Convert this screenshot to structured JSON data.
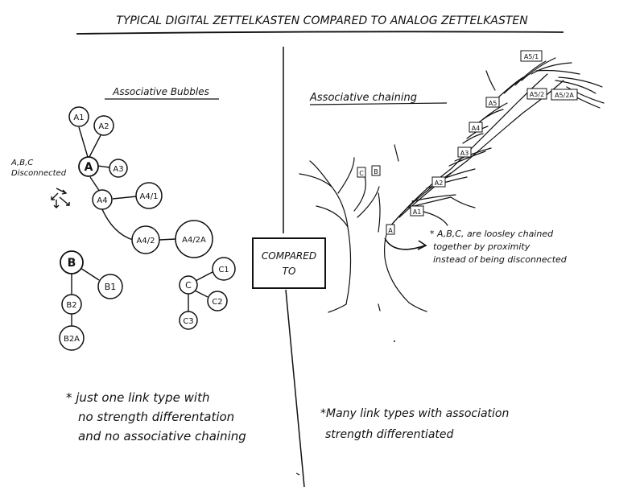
{
  "title": "TYPICAL DIGITAL ZETTELKASTEN COMPARED TO ANALOG ZETTELKASTEN",
  "left": {
    "heading": "Associative Bubbles",
    "nodes": {
      "A1": "A1",
      "A2": "A2",
      "A": "A",
      "A3": "A3",
      "A4": "A4",
      "A4_1": "A4/1",
      "A4_2": "A4/2",
      "A4_2A": "A4/2A",
      "B": "B",
      "B1": "B1",
      "B2": "B2",
      "B2A": "B2A",
      "C": "C",
      "C1": "C1",
      "C2": "C2",
      "C3": "C3"
    },
    "side_note_line1": "A,B,C",
    "side_note_line2": "Disconnected",
    "footnote_line1": "* just one link type with",
    "footnote_line2": "no strength differentation",
    "footnote_line3": "and no associative chaining"
  },
  "center": {
    "box_line1": "COMPARED",
    "box_line2": "TO"
  },
  "right": {
    "heading": "Associative chaining",
    "tags": {
      "C": "C",
      "B": "B",
      "A": "A",
      "A1": "A1",
      "A2": "A2",
      "A3": "A3",
      "A4": "A4",
      "A5": "A5",
      "A5_1": "A5/1",
      "A5_2": "A5/2",
      "A5_2A": "A5/2A"
    },
    "annotation_line1": "* A,B,C, are loosley chained",
    "annotation_line2": "together by proximity",
    "annotation_line3": "instead of being disconnected",
    "footnote_line1": "*Many link types with association",
    "footnote_line2": "strength differentiated"
  }
}
